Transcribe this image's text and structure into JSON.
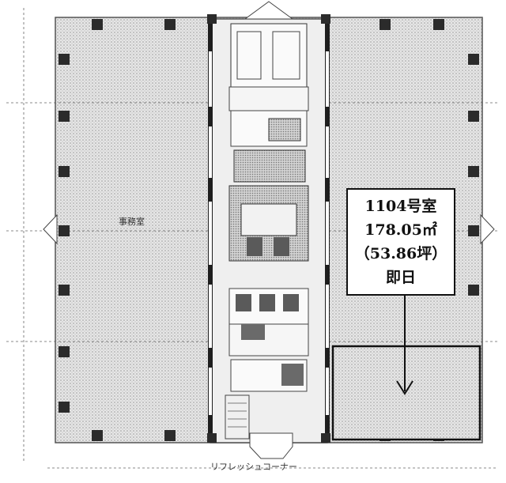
{
  "unit": {
    "room_number": "1104号室",
    "area_m2": "178.05㎡",
    "area_tsubo": "（53.86坪）",
    "availability": "即日"
  },
  "plan_labels": {
    "bottom_corner": "リフレッシュコーナー",
    "left_room": "事務室"
  },
  "colors": {
    "hatch": "#9a9a9a",
    "column": "#2b2b2b",
    "highlight_border": "#111111",
    "wall": "#222222"
  }
}
